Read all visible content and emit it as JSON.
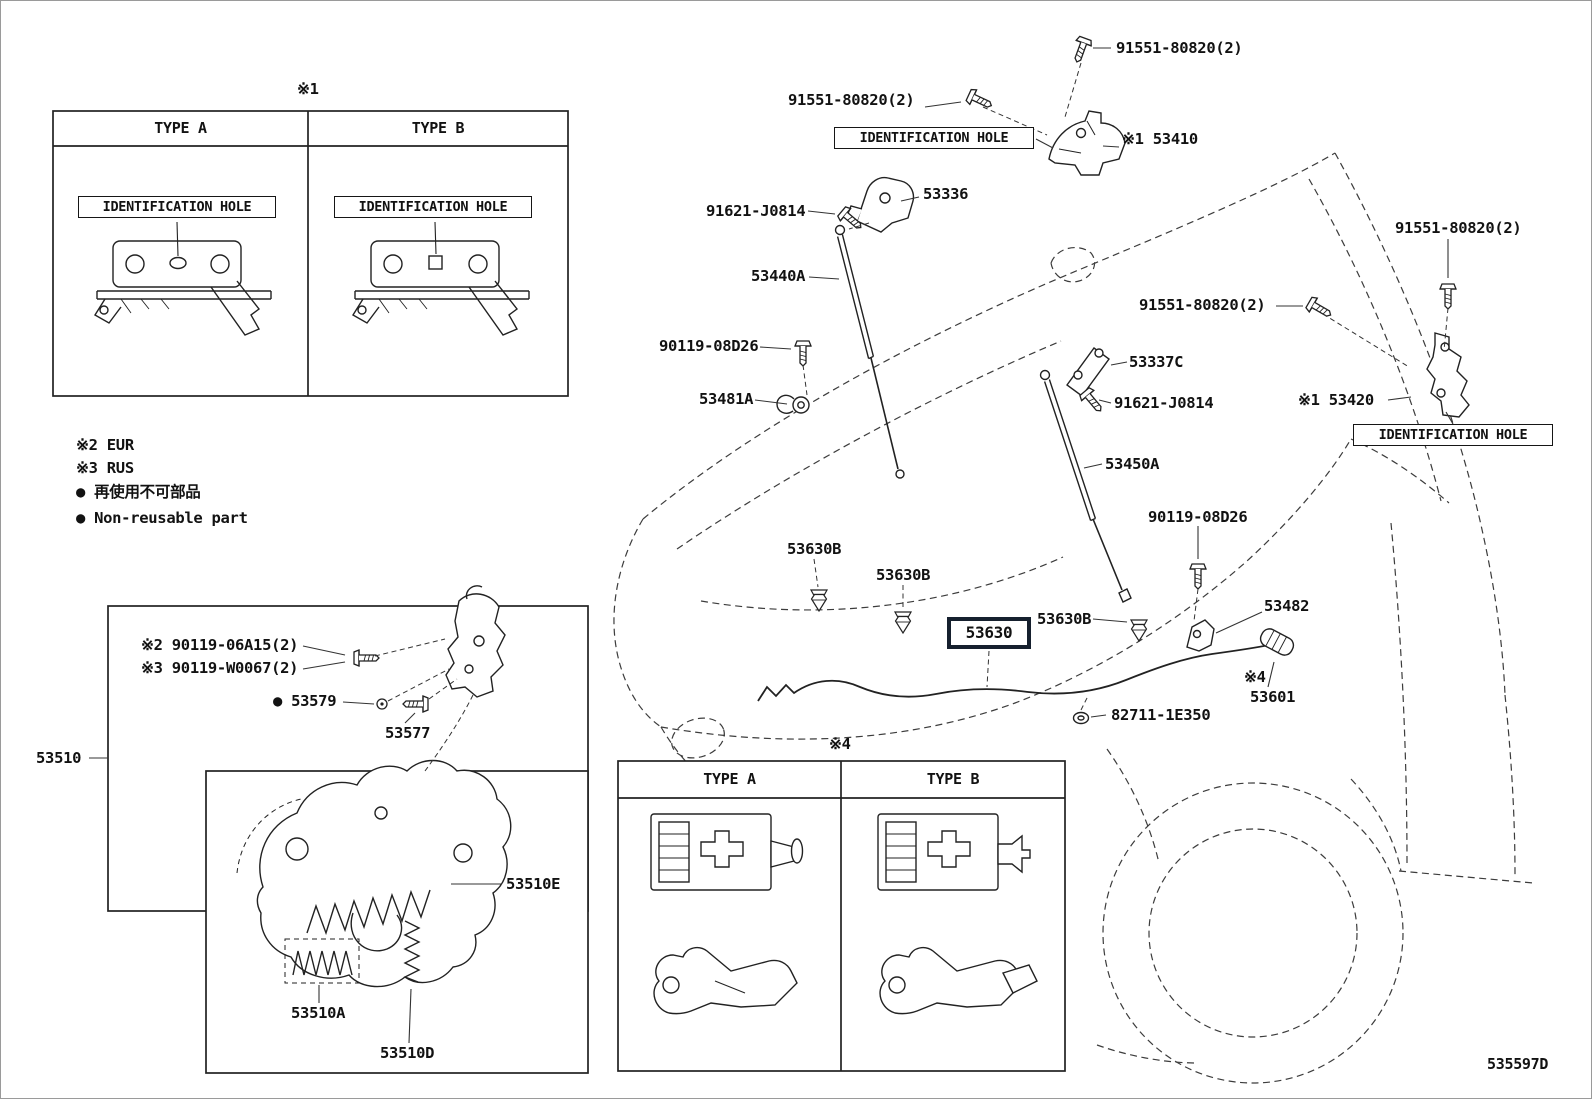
{
  "colors": {
    "line": "#2b2b2b",
    "highlight_border": "#16202e",
    "background": "#ffffff"
  },
  "notes": {
    "ref1_top": "※1",
    "eur": "※2 EUR",
    "rus": "※3 RUS",
    "nonreusable_jp": "● 再使用不可部品",
    "nonreusable_en": "● Non-reusable part",
    "ref4_cable": "※4",
    "ref4_right": "※4"
  },
  "hinge_table": {
    "col_a": "TYPE A",
    "col_b": "TYPE B",
    "hole_a": "IDENTIFICATION HOLE",
    "hole_b": "IDENTIFICATION HOLE"
  },
  "striker_table": {
    "col_a": "TYPE A",
    "col_b": "TYPE B"
  },
  "labels": {
    "bolt_91551_top": "91551-80820(2)",
    "bolt_91551_hinge": "91551-80820(2)",
    "ident_hole_center": "IDENTIFICATION HOLE",
    "hinge_rh": "※1 53410",
    "bracket_53336": "53336",
    "bolt_91621_left": "91621-J0814",
    "support_53440a": "53440A",
    "bolt_91551_right_top": "91551-80820(2)",
    "bolt_91551_right_mid": "91551-80820(2)",
    "bolt_90119_left": "90119-08D26",
    "bracket_53337c": "53337C",
    "clamp_53481a": "53481A",
    "bolt_91621_right": "91621-J0814",
    "hinge_lh": "※1 53420",
    "ident_hole_right": "IDENTIFICATION HOLE",
    "support_53450a": "53450A",
    "bolt_90119_right": "90119-08D26",
    "clip_53630b_1": "53630B",
    "clip_53630b_2": "53630B",
    "clip_53630b_3": "53630B",
    "cable_53630": "53630",
    "bracket_53482": "53482",
    "lever_53601": "53601",
    "clip_82711": "82711-1E350",
    "bolt_90119_06a15": "※2 90119-06A15(2)",
    "bolt_90119_w0067": "※3 90119-W0067(2)",
    "pin_53579": "● 53579",
    "bolt_53577": "53577",
    "lock_53510": "53510",
    "spring_53510e": "53510E",
    "spring_53510a": "53510A",
    "spring_53510d": "53510D"
  },
  "diagram_code": "535597D"
}
